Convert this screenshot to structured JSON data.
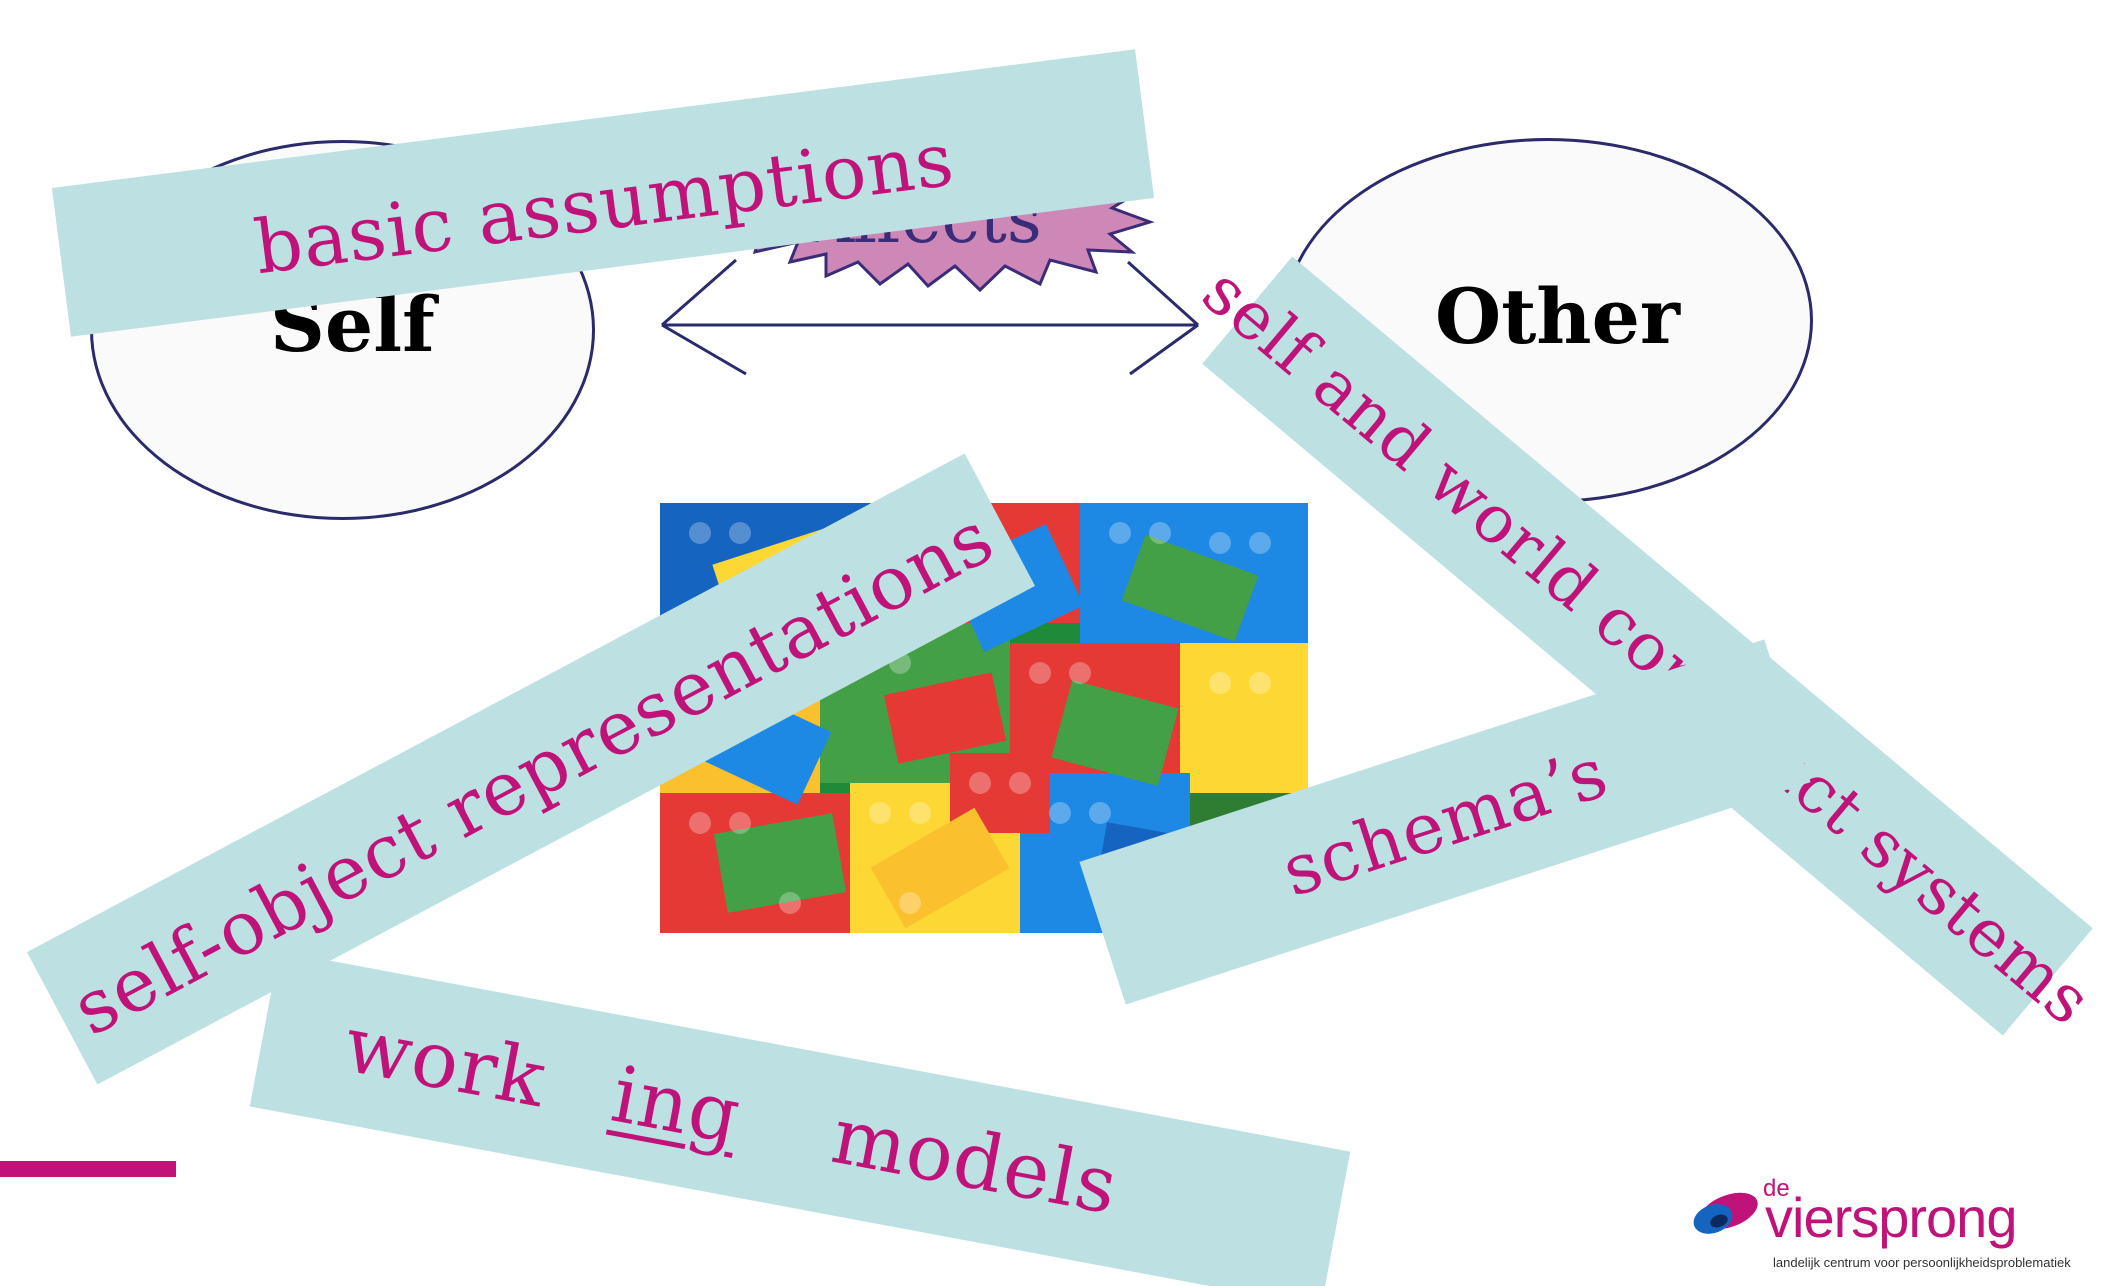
{
  "diagram": {
    "self_label": "Self",
    "other_label": "Other",
    "affects_label": "Affects"
  },
  "bands": {
    "basic_assumptions": "basic assumptions",
    "self_object": "self-object representations",
    "self_world": "self and world construct systems",
    "schemas": "schema’s",
    "working_prefix": "work",
    "working_underlined": "ing",
    "working_suffix": " models"
  },
  "image": {
    "subject": "pile of colorful toy building bricks"
  },
  "logo": {
    "prefix": "de",
    "name": "viersprong",
    "tagline": "landelijk centrum voor persoonlijkheidsproblematiek"
  },
  "colors": {
    "band_fill": "#bde0e2",
    "band_text": "#c0137a",
    "accent": "#c0137a",
    "outline": "#2b2a6b",
    "starburst": "#cd88b8"
  }
}
